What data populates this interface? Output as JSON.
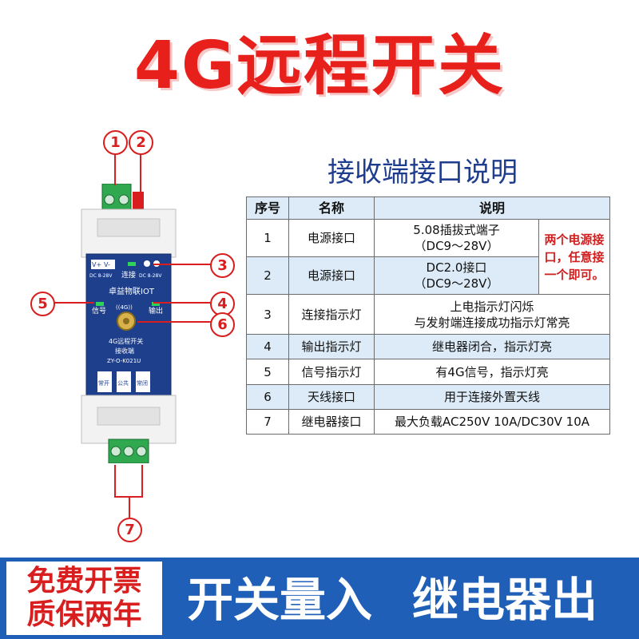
{
  "title": "4G远程开关",
  "subtitle": "接收端接口说明",
  "table": {
    "headers": [
      "序号",
      "名称",
      "说明"
    ],
    "rows": [
      {
        "num": "1",
        "name": "电源接口",
        "desc_line1": "5.08插拔式端子",
        "desc_line2": "（DC9～28V）"
      },
      {
        "num": "2",
        "name": "电源接口",
        "desc_line1": "DC2.0接口",
        "desc_line2": "（DC9～28V）"
      },
      {
        "num": "3",
        "name": "连接指示灯",
        "desc_line1": "上电指示灯闪烁",
        "desc_line2": "与发射端连接成功指示灯常亮"
      },
      {
        "num": "4",
        "name": "输出指示灯",
        "desc_line1": "继电器闭合，指示灯亮",
        "desc_line2": ""
      },
      {
        "num": "5",
        "name": "信号指示灯",
        "desc_line1": "有4G信号，指示灯亮",
        "desc_line2": ""
      },
      {
        "num": "6",
        "name": "天线接口",
        "desc_line1": "用于连接外置天线",
        "desc_line2": ""
      },
      {
        "num": "7",
        "name": "继电器接口",
        "desc_line1": "最大负载AC250V 10A/DC30V 10A",
        "desc_line2": ""
      }
    ],
    "note_line1": "两个电源接",
    "note_line2": "口，任意接",
    "note_line3": "一个即可。"
  },
  "device": {
    "vplus": "V+",
    "vminus": "V-",
    "dc_left": "DC 8-28V",
    "dc_right": "DC 8-28V",
    "connect": "连接",
    "brand": "卓益物联IOT",
    "signal": "信号",
    "antenna": "((4G))",
    "output": "输出",
    "label1": "4G远程开关",
    "label2": "接收端",
    "model": "ZY-O-K021U",
    "term1": "常开",
    "term2": "公共",
    "term3": "常闭"
  },
  "callouts": [
    "1",
    "2",
    "3",
    "4",
    "5",
    "6",
    "7"
  ],
  "footer": {
    "badge_line1": "免费开票",
    "badge_line2": "质保两年",
    "slogan1": "开关量入",
    "slogan2": "继电器出"
  },
  "colors": {
    "red": "#e8201c",
    "blue": "#1f5fb8",
    "navy": "#1f3d8f",
    "table_header": "#dcebf7"
  }
}
